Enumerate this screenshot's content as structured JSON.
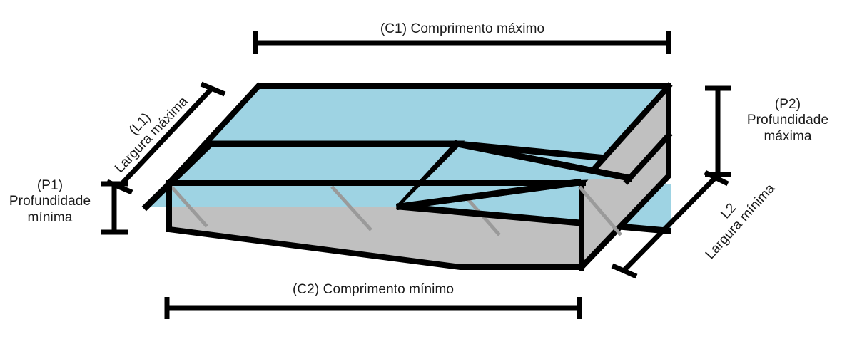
{
  "figure": {
    "kind": "technical-diagram",
    "subject": "Piscina - dimensoes",
    "colors": {
      "water": "#9ED3E3",
      "structure": "#C0C0C0",
      "outline": "#000000",
      "shadow_line": "#9A9A9A",
      "text": "#1a1a1a",
      "background": "#FFFFFF"
    }
  },
  "dimensions": {
    "c1": {
      "code": "(C1)",
      "name": "Comprimento máximo",
      "full": "(C1) Comprimento máximo",
      "position": "top",
      "orientation": "horizontal"
    },
    "c2": {
      "code": "(C2)",
      "name": "Comprimento mínimo",
      "full": "(C2) Comprimento mínimo",
      "position": "bottom",
      "orientation": "horizontal"
    },
    "l1": {
      "code": "(L1)",
      "name": "Largura máxima",
      "position": "left-diagonal",
      "orientation": "diagonal"
    },
    "l2": {
      "code": "L2",
      "name": "Largura mínima",
      "position": "right-diagonal",
      "orientation": "diagonal"
    },
    "p1": {
      "code": "(P1)",
      "line1": "Profundidade",
      "line2": "mínima",
      "position": "left",
      "orientation": "vertical"
    },
    "p2": {
      "code": "(P2)",
      "line1": "Profundidade",
      "line2": "máxima",
      "position": "right",
      "orientation": "vertical"
    }
  },
  "chart_data": {
    "type": "diagram",
    "title": "",
    "annotations": [
      "(C1) Comprimento máximo",
      "(C2) Comprimento mínimo",
      "(L1) Largura máxima",
      "L2 Largura mínima",
      "(P1) Profundidade mínima",
      "(P2) Profundidade máxima"
    ]
  }
}
